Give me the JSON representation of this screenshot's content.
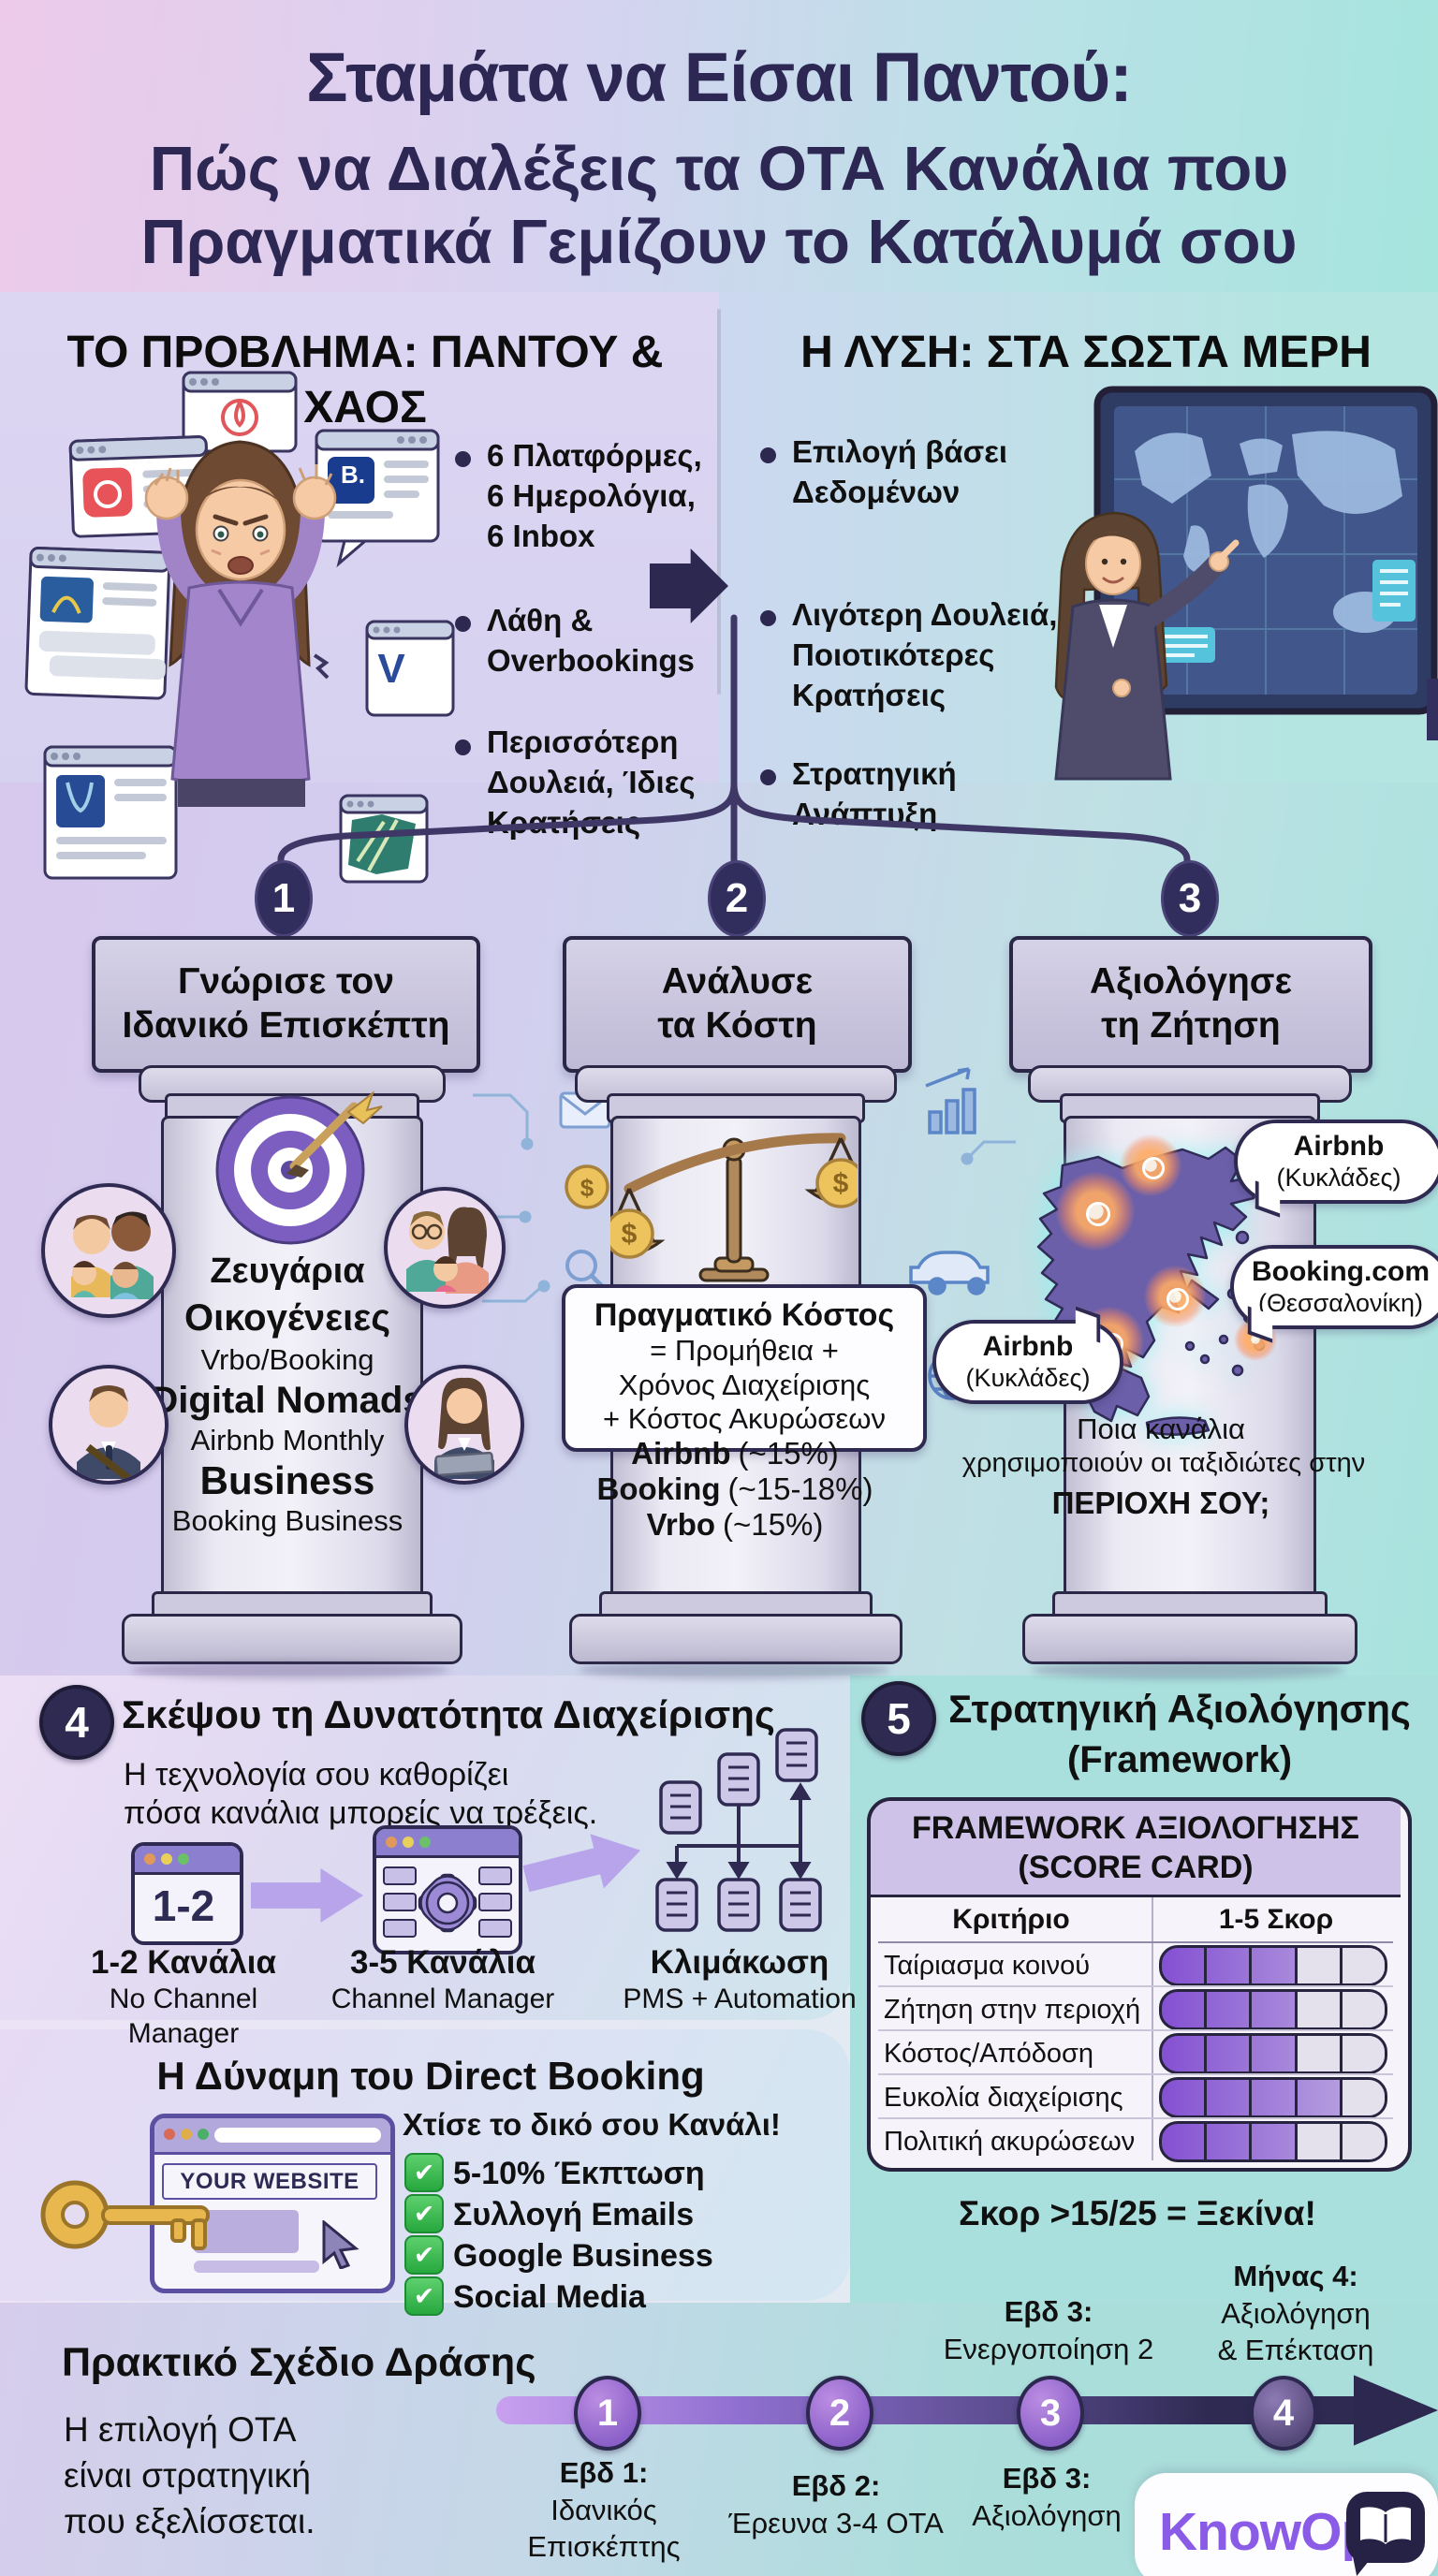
{
  "header": {
    "title_line1": "Σταμάτα να Είσαι Παντού:",
    "title_line2": "Πώς να Διαλέξεις τα ΟΤΑ Κανάλια που",
    "title_line3": "Πραγματικά Γεμίζουν το Κατάλυμά σου"
  },
  "problem": {
    "heading": "ΤΟ ΠΡΟΒΛΗΜΑ: ΠΑΝΤΟΥ & ΧΑΟΣ",
    "bullet1": "6 Πλατφόρμες,\n6 Ημερολόγια,\n6 Inbox",
    "bullet2": "Λάθη &\nOverbookings",
    "bullet3": "Περισσότερη\nΔουλειά, Ίδιες\nΚρατήσεις",
    "booking_logo_label": "B.",
    "vrbo_logo_label": "V"
  },
  "solution": {
    "heading": "Η ΛΥΣΗ: ΣΤΑ ΣΩΣΤΑ ΜΕΡΗ",
    "bullet1": "Επιλογή βάσει\nΔεδομένων",
    "bullet2": "Λιγότερη Δουλειά,\nΠοιοτικότερες\nΚρατήσεις",
    "bullet3": "Στρατηγική\nΑνάπτυξη"
  },
  "pillar1": {
    "number": "1",
    "title": "Γνώρισε τον\nΙδανικό Επισκέπτη",
    "seg1_name": "Ζευγάρια",
    "seg2_name": "Οικογένειες",
    "seg2_channel": "Vrbo/Booking",
    "seg3_name": "Digital Nomads",
    "seg3_channel": "Airbnb Monthly",
    "seg4_name": "Business",
    "seg4_channel": "Booking Business"
  },
  "pillar2": {
    "number": "2",
    "title": "Ανάλυσε\nτα Κόστη",
    "cost_title": "Πραγματικό Κόστος",
    "cost_body": "= Προμήθεια +\nΧρόνος Διαχείρισης\n+ Κόστος Ακυρώσεων",
    "fee1_brand": "Airbnb",
    "fee1_rate": "(~15%)",
    "fee2_brand": "Booking",
    "fee2_rate": "(~15-18%)",
    "fee3_brand": "Vrbo",
    "fee3_rate": "(~15%)"
  },
  "pillar3": {
    "number": "3",
    "title": "Αξιολόγησε\nτη Ζήτηση",
    "bubble1_brand": "Airbnb",
    "bubble1_region": "(Κυκλάδες)",
    "bubble2_brand": "Booking.com",
    "bubble2_region": "(Θεσσαλονίκη)",
    "bubble3_brand": "Airbnb",
    "bubble3_region": "(Κυκλάδες)",
    "question_line1": "Ποια κανάλια",
    "question_line2": "χρησιμοποιούν οι ταξιδιώτες στην",
    "question_bold": "ΠΕΡΙΟΧΗ ΣΟΥ;"
  },
  "section4": {
    "number": "4",
    "title": "Σκέψου τη Δυνατότητα Διαχείρισης",
    "subtitle": "Η τεχνολογία σου καθορίζει\nπόσα κανάλια μπορείς να τρέξεις.",
    "step1_icon": "1-2",
    "step1_label": "1-2 Κανάλια",
    "step1_sublabel": "No Channel Manager",
    "step2_label": "3-5 Κανάλια",
    "step2_sublabel": "Channel Manager",
    "step3_label": "Κλιμάκωση",
    "step3_sublabel": "PMS + Automation"
  },
  "section5": {
    "number": "5",
    "title": "Στρατηγική Αξιολόγησης",
    "subtitle": "(Framework)",
    "card_title": "FRAMEWORK ΑΞΙΟΛΟΓΗΣΗΣ\n(SCORE CARD)",
    "col_criterion": "Κριτήριο",
    "col_score": "1-5 Σκορ",
    "rows": [
      {
        "label": "Ταίριασμα κοινού",
        "score": 3
      },
      {
        "label": "Ζήτηση στην περιοχή",
        "score": 3
      },
      {
        "label": "Κόστος/Απόδοση",
        "score": 3
      },
      {
        "label": "Ευκολία διαχείρισης",
        "score": 4
      },
      {
        "label": "Πολιτική ακυρώσεων",
        "score": 3
      }
    ],
    "note": "Σκορ >15/25 = Ξεκίνα!"
  },
  "direct_booking": {
    "title": "Η Δύναμη του Direct Booking",
    "website_label": "YOUR WEBSITE",
    "subtitle": "Χτίσε το δικό σου Κανάλι!",
    "item1": "5-10% Έκπτωση",
    "item2": "Συλλογή Emails",
    "item3": "Google Business",
    "item4": "Social Media"
  },
  "action_plan": {
    "title": "Πρακτικό Σχέδιο Δράσης",
    "description": "Η επιλογή ΟΤΑ\nείναι στρατηγική\nπου εξελίσσεται.",
    "m1_number": "1",
    "m1_below": "Εβδ 1:\nΙδανικός\nΕπισκέπτης",
    "m2_number": "2",
    "m2_below": "Εβδ 2:\nΈρευνα 3-4 ΟΤΑ",
    "m3_number": "3",
    "m3_above": "Εβδ 3:\nΕνεργοποίηση 2",
    "m3_below": "Εβδ 3:\nΑξιολόγηση",
    "m4_number": "4",
    "m4_above": "Μήνας 4:\nΑξιολόγηση\n& Επέκταση"
  },
  "brand": {
    "name": "KnowOpp"
  },
  "colors": {
    "navy": "#2c2850",
    "purple": "#8a5be6",
    "teal_bg": "#a9dfdc",
    "lavender_bg": "#d8d0ee",
    "green_check": "#2fb84f",
    "score_fill_start": "#8450d2",
    "score_fill_end": "#c0b0e2",
    "hotspot_orange": "#ff9a5c"
  }
}
